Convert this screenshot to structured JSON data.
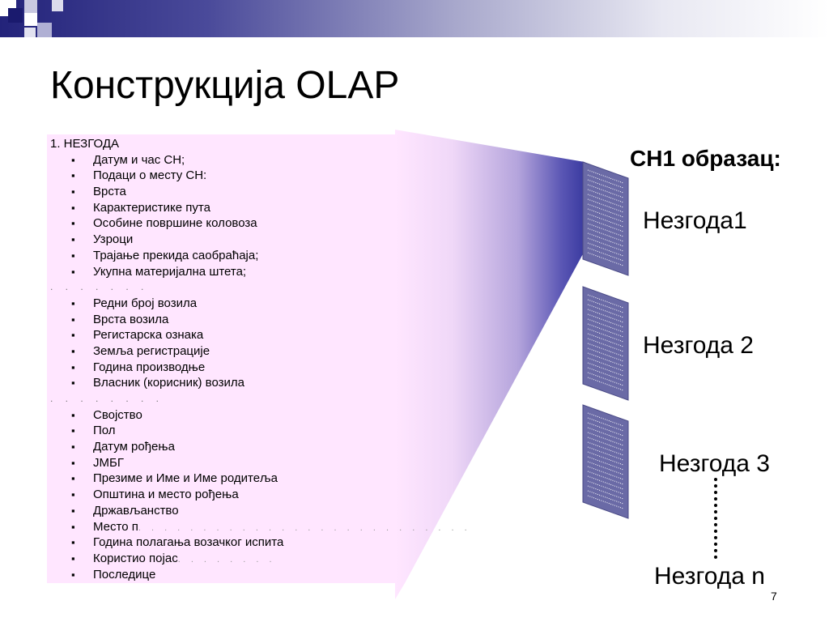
{
  "slide": {
    "title": "Конструкција OLAP",
    "page_number": "7"
  },
  "list": {
    "header": "1. НЕЗГОДА",
    "group1": [
      "Датум и час СН;",
      "Подаци о месту СН:",
      "Врста",
      "Карактеристике пута",
      "Особине површине коловоза",
      "Узроци",
      "Трајање прекида саобраћаја;",
      "Укупна материјална штета;"
    ],
    "separator1": ". . . . . . .",
    "group2": [
      "Редни број возила",
      "Врста возила",
      "Регистарска ознака",
      "Земља регистрације",
      "Година производње",
      "Власник (корисник) возила"
    ],
    "separator2": ". . . . . . . .",
    "group3": [
      "Својство",
      "Пол",
      "Датум рођења",
      "ЈМБГ",
      "Презиме и Име и Име родитеља",
      "Општина и место рођења",
      "Држављанство",
      "Место п",
      "Година полагања возачког испита",
      "Користио појас",
      "Последице"
    ],
    "trail_place": ". . . . . . . . . . . . . . . . . . . . . . . . . .",
    "trail_belt": ". . . . . . . ."
  },
  "right": {
    "form_title": "СН1 образац:",
    "docs": [
      "Незгода1",
      "Незгода 2",
      "Незгода 3",
      "Незгода n"
    ]
  },
  "colors": {
    "panel": "#ffe6ff",
    "funnel_dark": "#3a3aa0",
    "doc_fill": "#6a6aa6",
    "topbar": "#23237a"
  }
}
